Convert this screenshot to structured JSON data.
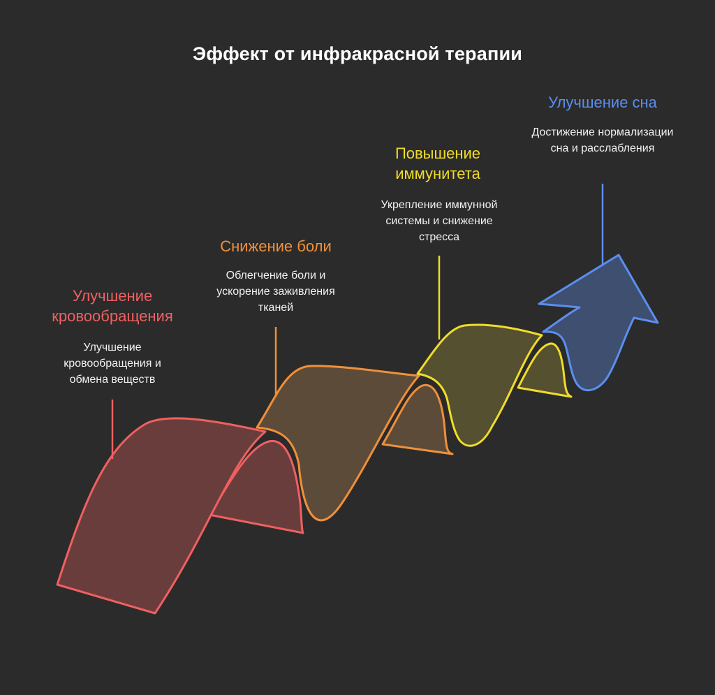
{
  "title": "Эффект от инфракрасной терапии",
  "colors": {
    "background": "#2b2b2b",
    "step1": "#f06060",
    "step2": "#f0903a",
    "step3": "#f0dc2a",
    "step4": "#5b8ef0"
  },
  "steps": [
    {
      "title": "Улучшение кровообращения",
      "description": "Улучшение кровообращения и обмена веществ"
    },
    {
      "title": "Снижение боли",
      "description": "Облегчение боли и ускорение заживления тканей"
    },
    {
      "title": "Повышение иммунитета",
      "description": "Укрепление иммунной системы и снижение стресса"
    },
    {
      "title": "Улучшение сна",
      "description": "Достижение нормализации сна и расслабления"
    }
  ]
}
